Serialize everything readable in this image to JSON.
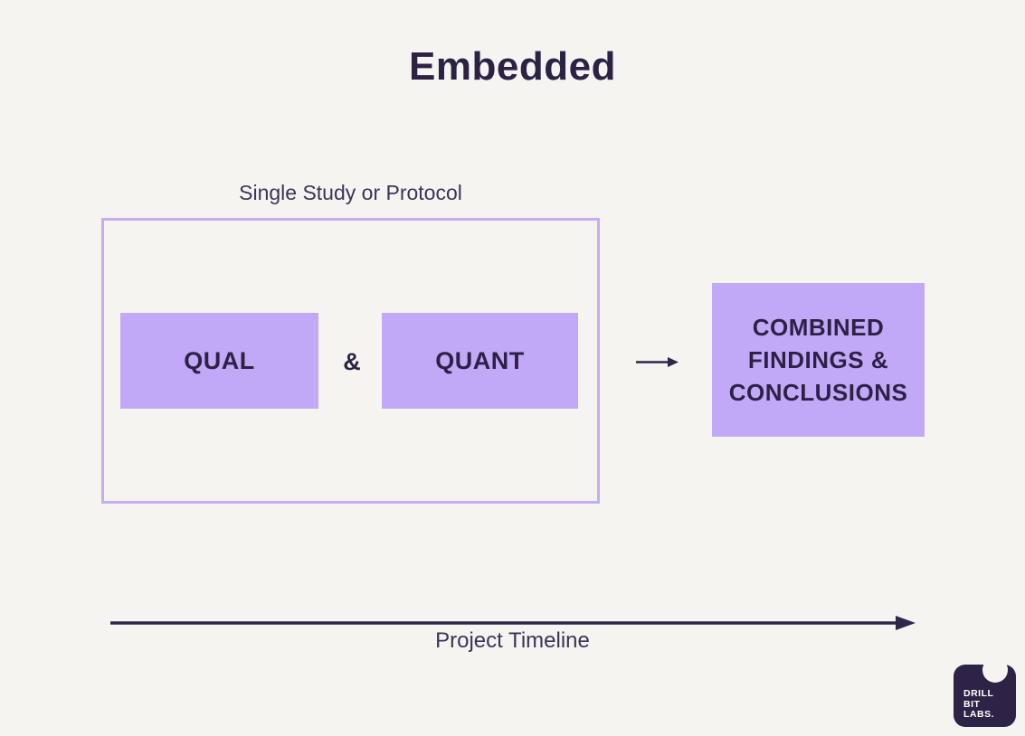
{
  "title": "Embedded",
  "diagram": {
    "group": {
      "label": "Single Study or Protocol",
      "qual": "QUAL",
      "ampersand": "&",
      "quant": "QUANT"
    },
    "result": "COMBINED FINDINGS & CONCLUSIONS"
  },
  "timeline": {
    "label": "Project Timeline"
  },
  "logo": {
    "lines": [
      "DRILL",
      "BIT",
      "LABS."
    ]
  },
  "colors": {
    "bg": "#f5f4f1",
    "ink": "#2d2245",
    "label": "#3d3458",
    "purple-fill": "#c2a9f8",
    "purple-border": "#c6abf7",
    "arrow": "#2f2649",
    "logo-bg": "#2e2347",
    "logo-text": "#ffffff"
  }
}
